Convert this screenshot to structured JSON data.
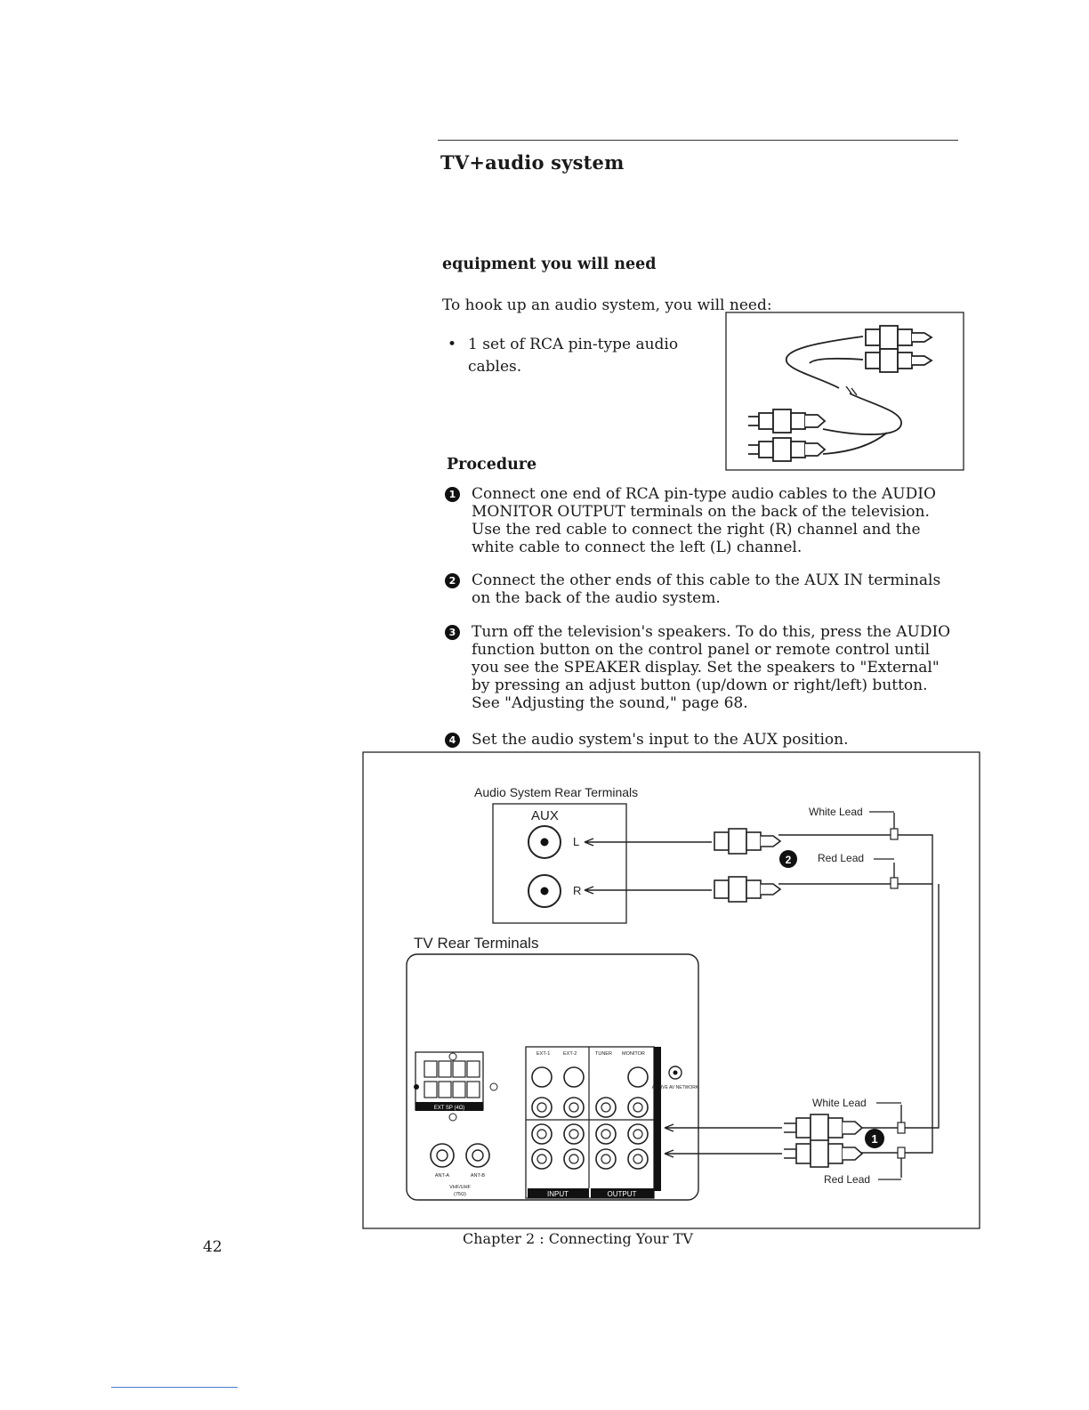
{
  "page": {
    "title": "TV+audio system",
    "section_heading": "equipment you will need",
    "intro": "To hook up an audio system, you will need:",
    "bullet": "1 set of RCA pin-type audio cables.",
    "procedure_heading": "Procedure",
    "steps": [
      {
        "num": "1",
        "text": "Connect one end of RCA pin-type audio cables to the AUDIO MONITOR OUTPUT terminals on the back of the television. Use the red cable to connect the right (R) channel and the white cable to connect the left (L) channel."
      },
      {
        "num": "2",
        "text": "Connect the other ends of this cable to the AUX IN terminals on the back of the audio system."
      },
      {
        "num": "3",
        "text": "Turn off the television's speakers. To do this, press the AUDIO function button on the control panel or remote control until you see the SPEAKER display. Set the speakers to \"External\" by pressing an adjust button (up/down or right/left) button. See \"Adjusting the sound,\" page 68."
      },
      {
        "num": "4",
        "text": "Set the audio system's input to the AUX position."
      }
    ],
    "footer": "Chapter 2 : Connecting Your TV",
    "page_number": "42"
  },
  "diagram": {
    "audio_label": "Audio System Rear Terminals",
    "aux": "AUX",
    "left_jack": "L",
    "right_jack": "R",
    "white_lead_top": "White Lead",
    "red_lead_top": "Red Lead",
    "marker_top": "2",
    "tv_label": "TV Rear Terminals",
    "white_lead_bottom": "White Lead",
    "red_lead_bottom": "Red Lead",
    "marker_bottom": "1",
    "ext_sp_label": "EXT SP (4Ω)",
    "ant_a": "ANT-A",
    "ant_b": "ANT-B",
    "vhf_uhf": "VHF/UHF",
    "ohm": "(75Ω)",
    "ext1": "EXT-1",
    "ext2": "EXT-2",
    "tuner": "TUNER",
    "monitor": "MONITOR",
    "input_label": "INPUT",
    "output_label": "OUTPUT",
    "active_av": "ACTIVE AV NETWORK"
  }
}
